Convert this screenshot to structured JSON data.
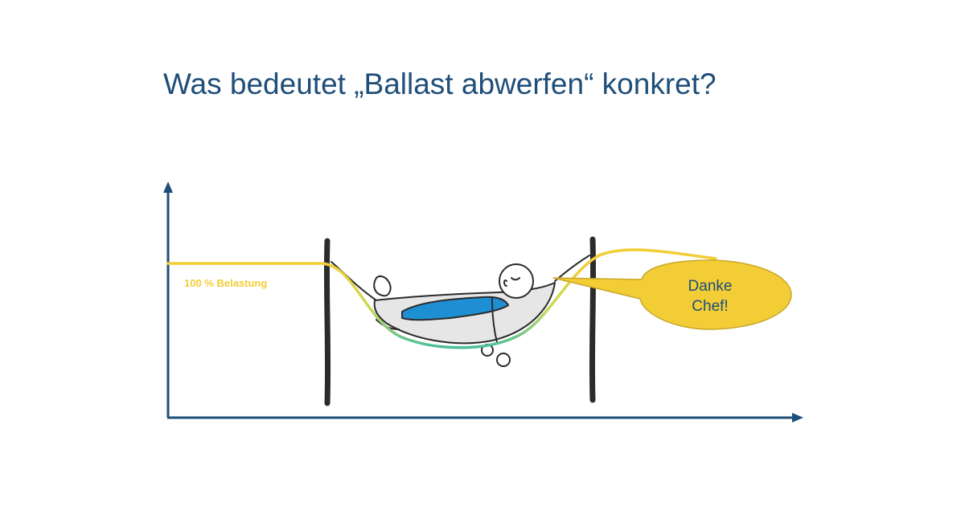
{
  "slide": {
    "title": "Was bedeutet „Ballast abwerfen“ konkret?"
  },
  "diagram": {
    "load_label": "100 % Belastung",
    "speech_bubble": {
      "line1": "Danke",
      "line2": "Chef!"
    },
    "colors": {
      "title": "#1f4e79",
      "axes": "#1f4e79",
      "load_curve": "#f2cd36",
      "load_label": "#f2cd36",
      "bubble_fill": "#f2cd36",
      "bubble_stroke": "#c9a82a",
      "bubble_text": "#1f4e79",
      "shirt": "#1f8fd4",
      "hammock": "#e6e6e6",
      "outline": "#2b2b2b",
      "posts": "#2b2b2b",
      "curve_low": "#4dbf9a"
    }
  }
}
